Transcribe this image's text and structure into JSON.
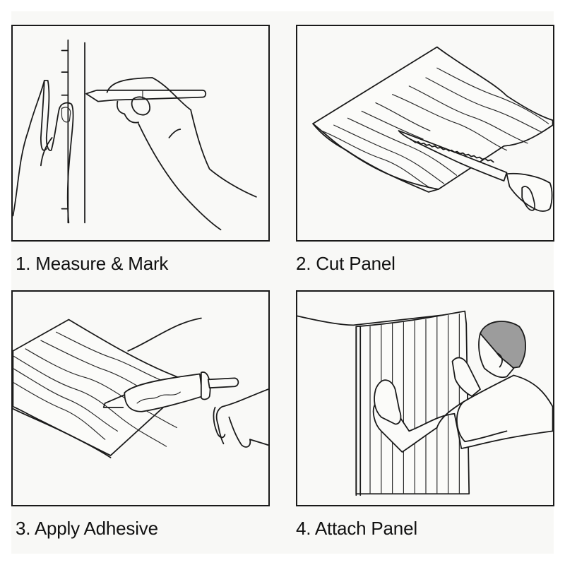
{
  "document": {
    "background_color": "#f8f8f6",
    "frame_color": "#1a1a1a",
    "steps": [
      {
        "number": "1",
        "label": "1. Measure & Mark",
        "illustration": "hand-marking-line-with-pencil-against-ruler-icon"
      },
      {
        "number": "2",
        "label": "2. Cut Panel",
        "illustration": "serrated-knife-cutting-ribbed-panel-icon"
      },
      {
        "number": "3",
        "label": "3. Apply Adhesive",
        "illustration": "adhesive-tube-on-panel-back-icon"
      },
      {
        "number": "4",
        "label": "4. Attach Panel",
        "illustration": "person-pressing-panel-to-wall-icon"
      }
    ]
  }
}
